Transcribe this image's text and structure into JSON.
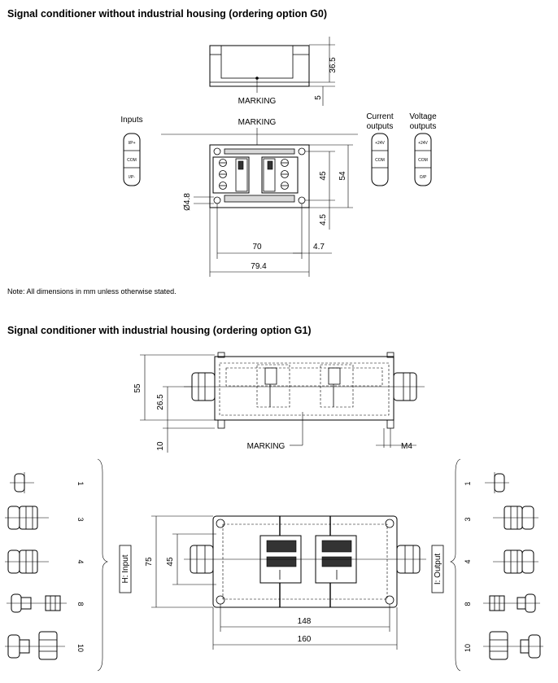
{
  "section_g0": {
    "title": "Signal conditioner without industrial housing (ordering option G0)",
    "top_view_marking": "MARKING",
    "front_marking": "MARKING",
    "dims": {
      "height": "36.5",
      "base": "5",
      "hole_pitch_v": "45",
      "total_height": "54",
      "hole_dia": "Ø4.8",
      "offset": "4.5",
      "hole_pitch_h": "70",
      "edge": "4.7",
      "total_width": "79.4"
    },
    "inputs": {
      "label": "Inputs",
      "pins": [
        "I/P+",
        "COM",
        "I/P-"
      ]
    },
    "current_outputs": {
      "label_line1": "Current",
      "label_line2": "outputs",
      "pins": [
        "+24V",
        "COM"
      ]
    },
    "voltage_outputs": {
      "label_line1": "Voltage",
      "label_line2": "outputs",
      "pins": [
        "+24V",
        "COM",
        "O/P"
      ]
    },
    "note": "Note: All dimensions in mm unless otherwise stated."
  },
  "section_g1": {
    "title": "Signal conditioner with industrial housing (ordering option G1)",
    "marking": "MARKING",
    "dims": {
      "height": "55",
      "center": "26.5",
      "foot": "10",
      "thread": "M4",
      "depth": "75",
      "hole_pitch_v": "45",
      "hole_pitch_h": "148",
      "total_width": "160"
    },
    "input_label": "H: Input",
    "output_label": "I: Output",
    "gland_options": [
      "1",
      "3",
      "4",
      "8",
      "10"
    ]
  }
}
